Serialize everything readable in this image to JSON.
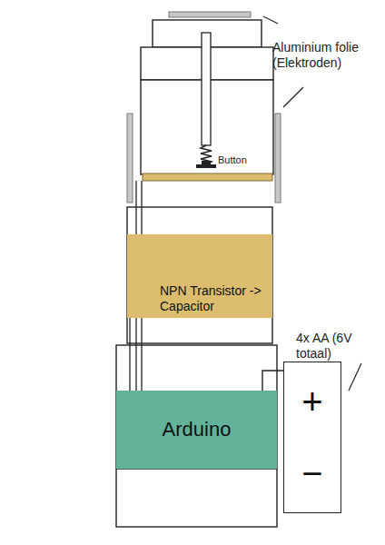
{
  "diagram": {
    "nodes": [
      {
        "text": [
          "NPN Transistor -> Capacitor"
        ]
      },
      {
        "text": [
          "Arduino"
        ]
      },
      {
        "text": [
          "+",
          "−"
        ]
      }
    ],
    "edges": [
      {
        "from": 2,
        "to": 1,
        "arrow": "none"
      }
    ],
    "labels": [
      "Aluminium folie (Elektroden)",
      "Button",
      "4x AA (6V totaal)"
    ]
  }
}
